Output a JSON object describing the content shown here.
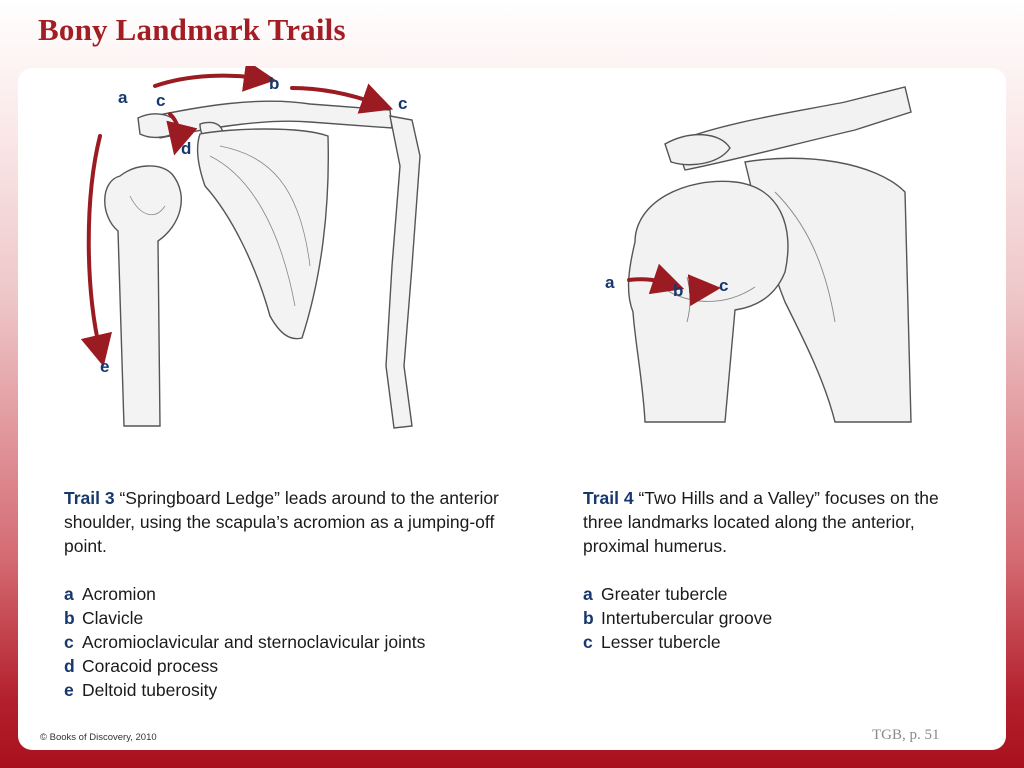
{
  "slide": {
    "title": "Bony Landmark Trails",
    "footer_left": "© Books of Discovery, 2010",
    "footer_right": "TGB, p. 51"
  },
  "colors": {
    "title": "#a31d24",
    "accent_blue": "#16386e",
    "arrow": "#9b1b22"
  },
  "figure_left": {
    "labels": [
      "a",
      "b",
      "c",
      "c",
      "d",
      "e"
    ]
  },
  "figure_right": {
    "labels": [
      "a",
      "b",
      "c"
    ]
  },
  "trail3": {
    "heading": "Trail 3",
    "desc": "“Springboard Ledge” leads around to the anterior shoulder, using the scapula’s acromion as a jumping-off point.",
    "items": [
      {
        "key": "a",
        "label": "Acromion"
      },
      {
        "key": "b",
        "label": "Clavicle"
      },
      {
        "key": "c",
        "label": "Acromioclavicular and sternoclavicular joints"
      },
      {
        "key": "d",
        "label": "Coracoid process"
      },
      {
        "key": "e",
        "label": "Deltoid tuberosity"
      }
    ]
  },
  "trail4": {
    "heading": "Trail 4",
    "desc": "“Two Hills and a Valley” focuses on the three landmarks located along the anterior, proximal humerus.",
    "items": [
      {
        "key": "a",
        "label": "Greater tubercle"
      },
      {
        "key": "b",
        "label": "Intertubercular groove"
      },
      {
        "key": "c",
        "label": "Lesser tubercle"
      }
    ]
  }
}
